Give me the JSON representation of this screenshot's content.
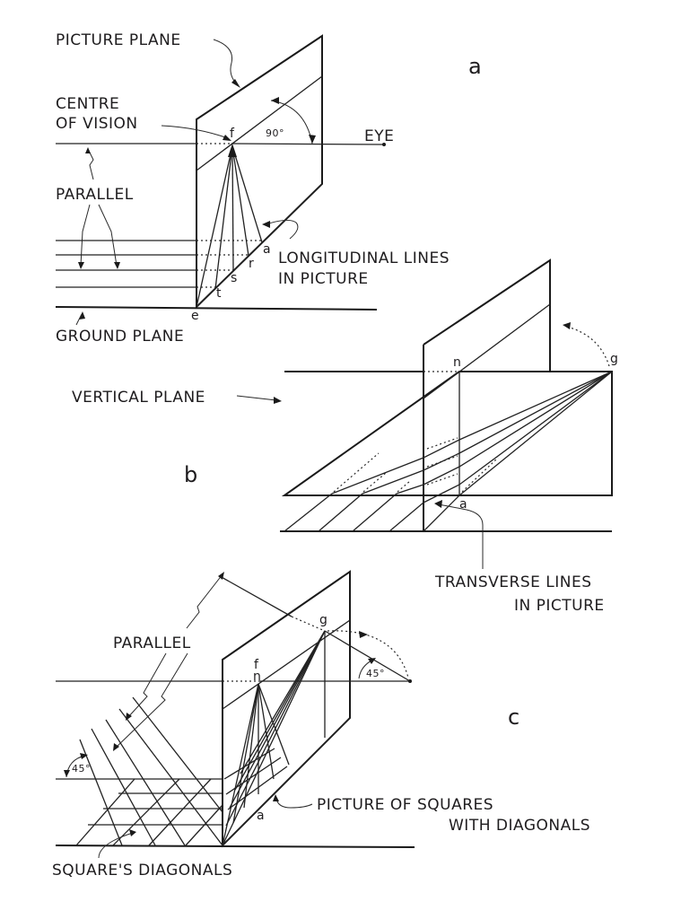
{
  "figure": {
    "title": "Perspective construction: picture plane, longitudinal and transverse lines",
    "ink_color": "#1e1c1e",
    "paper_color": "#ffffff",
    "panels": [
      {
        "id": "a",
        "panel_label": "a",
        "labels": {
          "picture_plane": "PICTURE PLANE",
          "centre_of_vision_1": "CENTRE",
          "centre_of_vision_2": "OF VISION",
          "eye": "EYE",
          "parallel": "PARALLEL",
          "longitudinal_1": "LONGITUDINAL LINES",
          "longitudinal_2": "IN PICTURE",
          "ground_plane": "GROUND PLANE",
          "angle": "90°"
        },
        "points": {
          "f": "f",
          "a": "a",
          "r": "r",
          "s": "s",
          "t": "t",
          "e": "e"
        }
      },
      {
        "id": "b",
        "panel_label": "b",
        "labels": {
          "vertical_plane": "VERTICAL PLANE",
          "transverse_1": "TRANSVERSE LINES",
          "transverse_2": "IN PICTURE"
        },
        "points": {
          "n": "n",
          "g": "g",
          "a": "a"
        }
      },
      {
        "id": "c",
        "panel_label": "c",
        "labels": {
          "parallel": "PARALLEL",
          "angle_right": "45°",
          "angle_left": "45°",
          "picture_of_squares_1": "PICTURE OF SQUARES",
          "picture_of_squares_2": "WITH DIAGONALS",
          "squares_diagonals": "SQUARE'S DIAGONALS"
        },
        "points": {
          "f": "f",
          "n": "n",
          "g": "g",
          "a": "a"
        }
      }
    ]
  }
}
